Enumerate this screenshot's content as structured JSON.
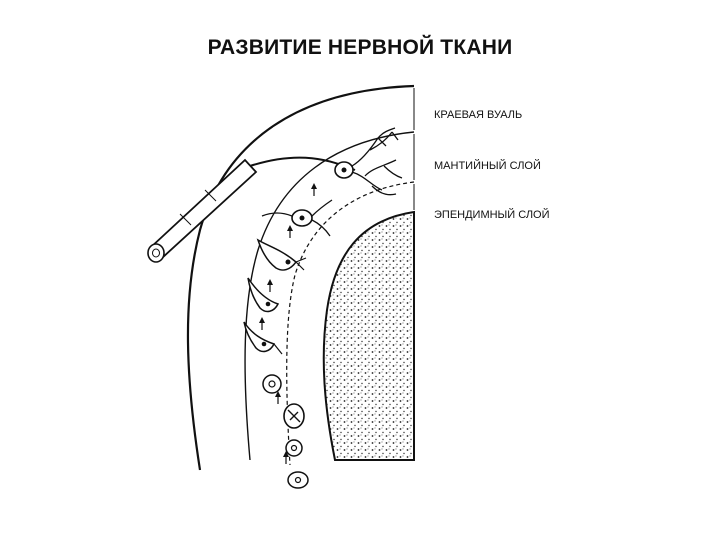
{
  "slide": {
    "title": "РАЗВИТИЕ НЕРВНОЙ ТКАНИ"
  },
  "labels": [
    "КРАЕВАЯ ВУАЛЬ",
    "МАНТИЙНЫЙ СЛОЙ",
    "ЭПЕНДИМНЫЙ СЛОЙ"
  ],
  "colors": {
    "ink": "#111111",
    "background": "#ffffff"
  }
}
